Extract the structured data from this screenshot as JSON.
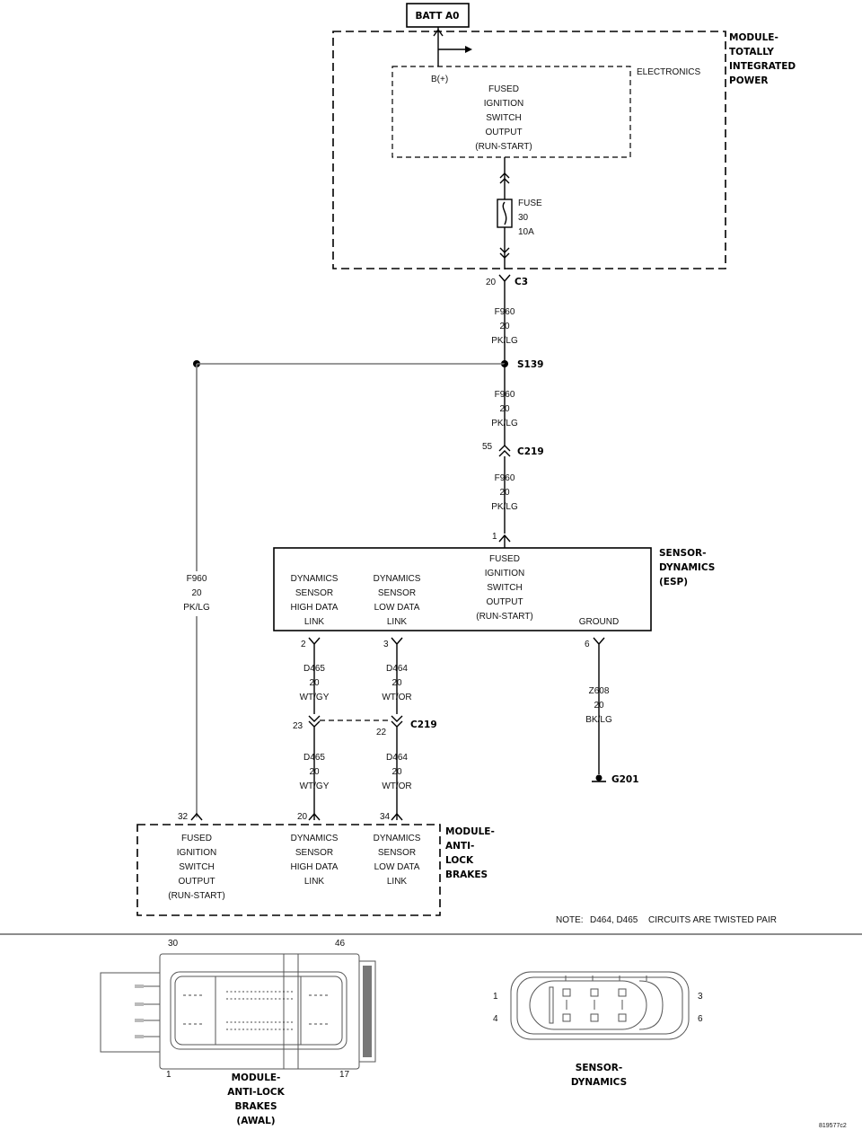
{
  "batt": {
    "label": "BATT A0"
  },
  "tipm": {
    "title": [
      "MODULE-",
      "TOTALLY",
      "INTEGRATED",
      "POWER"
    ],
    "electronics": "ELECTRONICS",
    "bplus": "B(+)",
    "output": [
      "FUSED",
      "IGNITION",
      "SWITCH",
      "OUTPUT",
      "(RUN-START)"
    ],
    "fuse": [
      "FUSE",
      "30",
      "10A"
    ]
  },
  "connectors": {
    "c3": {
      "name": "C3",
      "pin": "20"
    },
    "s139": {
      "name": "S139"
    },
    "c219_upper": {
      "name": "C219",
      "pin": "55"
    },
    "c219_lower": {
      "name": "C219",
      "pin_left": "23",
      "pin_right": "22"
    }
  },
  "wires": {
    "f960": [
      "F960",
      "20",
      "PK/LG"
    ],
    "d465": [
      "D465",
      "20",
      "WT/GY"
    ],
    "d464": [
      "D464",
      "20",
      "WT/OR"
    ],
    "z608": [
      "Z608",
      "20",
      "BK/LG"
    ]
  },
  "esp": {
    "title": [
      "SENSOR-",
      "DYNAMICS",
      "(ESP)"
    ],
    "pin_top": "1",
    "col1": [
      "DYNAMICS",
      "SENSOR",
      "HIGH DATA",
      "LINK"
    ],
    "col2": [
      "DYNAMICS",
      "SENSOR",
      "LOW DATA",
      "LINK"
    ],
    "col3": [
      "FUSED",
      "IGNITION",
      "SWITCH",
      "OUTPUT",
      "(RUN-START)"
    ],
    "ground": "GROUND",
    "pins": [
      "2",
      "3",
      "6"
    ]
  },
  "ground": {
    "name": "G201"
  },
  "abs": {
    "title": [
      "MODULE-",
      "ANTI-",
      "LOCK",
      "BRAKES"
    ],
    "pins": [
      "32",
      "20",
      "34"
    ],
    "col1": [
      "FUSED",
      "IGNITION",
      "SWITCH",
      "OUTPUT",
      "(RUN-START)"
    ],
    "col2": [
      "DYNAMICS",
      "SENSOR",
      "HIGH DATA",
      "LINK"
    ],
    "col3": [
      "DYNAMICS",
      "SENSOR",
      "LOW DATA",
      "LINK"
    ]
  },
  "note": {
    "label": "NOTE:",
    "wires": "D464, D465",
    "text": "CIRCUITS ARE TWISTED PAIR"
  },
  "abs_connector": {
    "pin_tl": "30",
    "pin_tr": "46",
    "pin_bl": "1",
    "pin_br": "17",
    "title": [
      "MODULE-",
      "ANTI-LOCK",
      "BRAKES",
      "(AWAL)"
    ]
  },
  "sensor_connector": {
    "pin_tl": "1",
    "pin_bl": "4",
    "pin_tr": "3",
    "pin_br": "6",
    "title": [
      "SENSOR-",
      "DYNAMICS"
    ]
  },
  "figure_id": "819577c2"
}
